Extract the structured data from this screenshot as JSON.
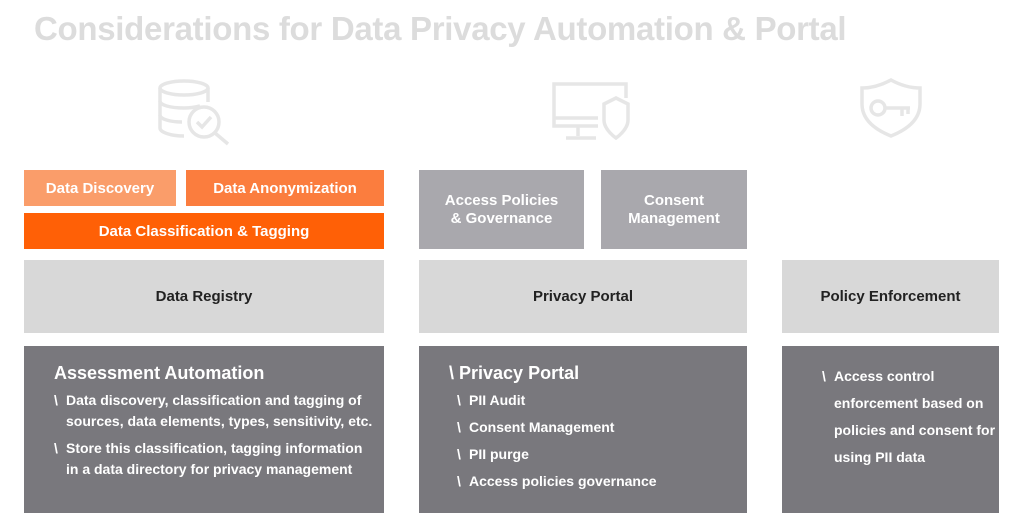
{
  "title": "Considerations for Data Privacy Automation & Portal",
  "icons": {
    "col1": "database-search-icon",
    "col2": "monitor-shield-icon",
    "col3": "shield-key-icon"
  },
  "colors": {
    "orange_light": "#fa9d6a",
    "orange_mid": "#fb7d3e",
    "orange_dark": "#ff6006",
    "grey_mid": "#a9a8ad",
    "grey_light": "#d8d8d8",
    "grey_dark": "#79787d",
    "icon_grey": "#e6e6e6"
  },
  "column1": {
    "chips": {
      "data_discovery": "Data Discovery",
      "data_anonymization": "Data Anonymization",
      "data_classification": "Data Classification & Tagging"
    },
    "registry": "Data Registry",
    "panel": {
      "title": "Assessment Automation",
      "bullets": [
        {
          "line1": "Data discovery, classification and tagging of",
          "line2": "sources, data elements, types, sensitivity, etc."
        },
        {
          "line1": "Store this classification, tagging information",
          "line2": "in a data directory for privacy management"
        }
      ]
    }
  },
  "column2": {
    "chips": {
      "access_policies": "Access Policies\n& Governance",
      "consent_management": "Consent\nManagement"
    },
    "registry": "Privacy Portal",
    "panel": {
      "title": "Privacy Portal",
      "bullets": [
        "PII Audit",
        "Consent Management",
        "PII purge",
        "Access policies governance"
      ]
    }
  },
  "column3": {
    "registry": "Policy Enforcement",
    "panel": {
      "lines": [
        "Access control",
        "enforcement based on",
        "policies and consent for",
        "using PII data"
      ]
    }
  }
}
